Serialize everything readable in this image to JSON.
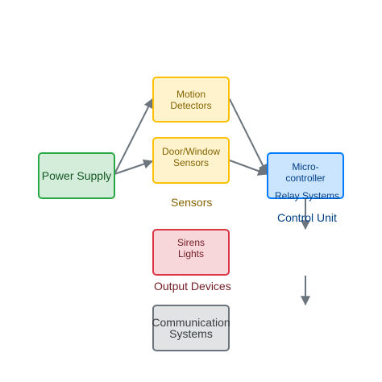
{
  "nodes": {
    "power_supply": {
      "label": "Power Supply",
      "fill": "#d4edda",
      "stroke": "#28a745",
      "text": "#155724"
    },
    "motion_detectors": {
      "lines": [
        "Motion",
        "Detectors"
      ],
      "fill": "#fff3cd",
      "stroke": "#ffc107",
      "text": "#856404"
    },
    "door_window_sensors": {
      "lines": [
        "Door/Window",
        "Sensors"
      ],
      "fill": "#fff3cd",
      "stroke": "#ffc107",
      "text": "#856404"
    },
    "microcontroller": {
      "lines": [
        "Micro-",
        "controller"
      ],
      "fill": "#cce5ff",
      "stroke": "#007bff",
      "text": "#004085"
    },
    "relay_systems": {
      "label": "Relay Systems"
    },
    "sirens_lights": {
      "lines": [
        "Sirens",
        "Lights"
      ],
      "fill": "#f8d7da",
      "stroke": "#dc3545",
      "text": "#721c24"
    },
    "communication_systems": {
      "lines": [
        "Communication",
        "Systems"
      ],
      "fill": "#e2e3e5",
      "stroke": "#6c757d",
      "text": "#383d41"
    }
  },
  "groups": {
    "sensors": "Sensors",
    "control_unit": "Control Unit",
    "output_devices": "Output Devices"
  },
  "edge_color": "#6c757d"
}
